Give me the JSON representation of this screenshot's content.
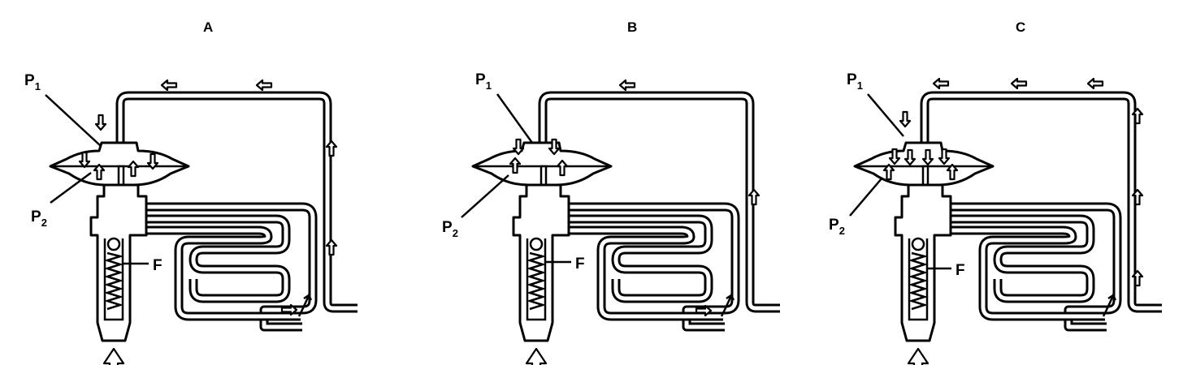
{
  "panels": [
    {
      "id": "A",
      "title": "A",
      "p1": "P",
      "p1_sub": "1",
      "p2": "P",
      "p2_sub": "2",
      "f": "F"
    },
    {
      "id": "B",
      "title": "B",
      "p1": "P",
      "p1_sub": "1",
      "p2": "P",
      "p2_sub": "2",
      "f": "F"
    },
    {
      "id": "C",
      "title": "C",
      "p1": "P",
      "p1_sub": "1",
      "p2": "P",
      "p2_sub": "2",
      "f": "F"
    }
  ]
}
